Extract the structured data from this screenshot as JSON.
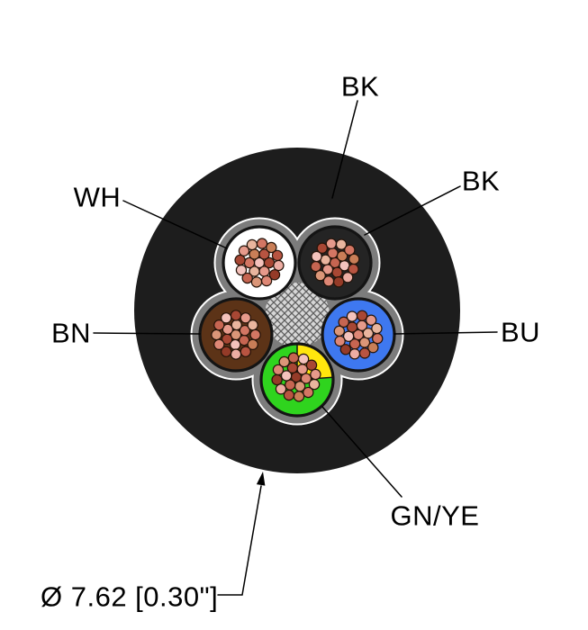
{
  "diagram": {
    "kind": "cable-cross-section",
    "background": "#FFFFFF",
    "annotations": {
      "jacket_label": "BK",
      "core_bk_label": "BK",
      "core_wh_label": "WH",
      "core_bn_label": "BN",
      "core_bu_label": "BU",
      "core_gnye_label": "GN/YE",
      "diameter_label": "Ø 7.62 [0.30\"]"
    },
    "cable": {
      "jacket_color": "#1D1D1D",
      "backing_color": "#7C7C7C",
      "bundle_outline_color": "#FFFFFF",
      "filler_color": "#D6D6D6",
      "filler_hatch_color": "#5F5F5F",
      "core_outline_color": "#141414",
      "leader_color": "#000000",
      "strands_per_core": 19,
      "strand_outline_color": "#241309",
      "strand_palette": [
        "#F4C2BC",
        "#EDADA3",
        "#E69A8B",
        "#DE8775",
        "#D37663",
        "#C66551",
        "#B85441",
        "#A84734",
        "#953B28",
        "#E9B59E",
        "#DB9678",
        "#C97E57"
      ],
      "cores": [
        {
          "id": "wh",
          "label": "WH",
          "color": "#FFFFFF"
        },
        {
          "id": "bk",
          "label": "BK",
          "color": "#242424"
        },
        {
          "id": "bn",
          "label": "BN",
          "color": "#5C3317"
        },
        {
          "id": "bu",
          "label": "BU",
          "color": "#3E78F0"
        },
        {
          "id": "gnye",
          "label": "GN/YE",
          "color": "#2FD41E",
          "stripe_color": "#FFE60D"
        }
      ]
    }
  }
}
